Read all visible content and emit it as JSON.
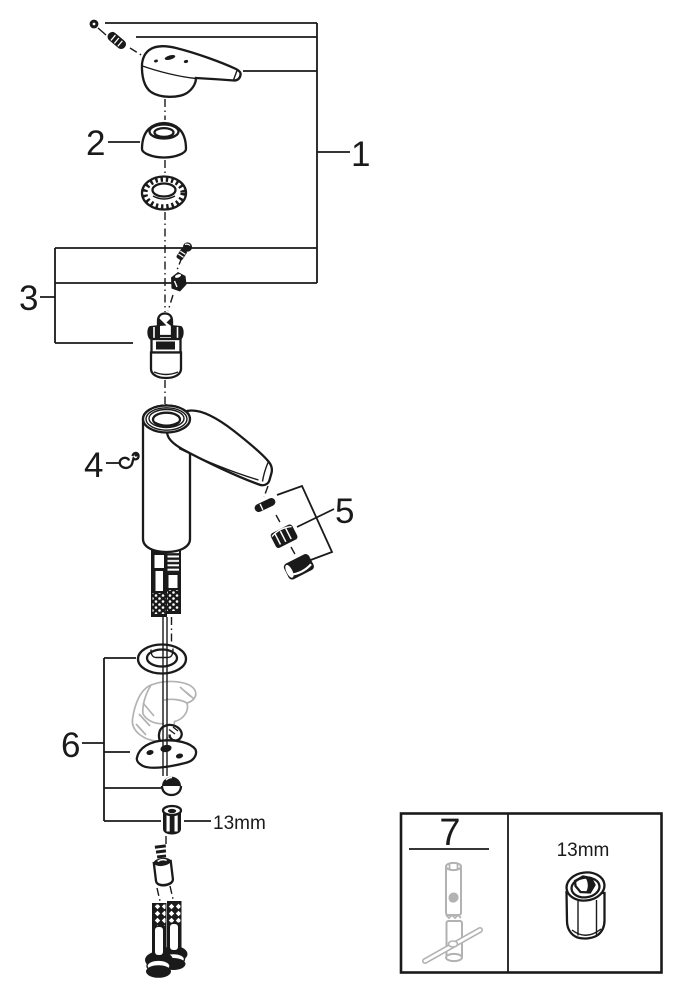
{
  "diagram": {
    "type": "exploded-parts-diagram",
    "subject": "single-lever basin faucet",
    "colors": {
      "line": "#1a1a1a",
      "ghost_part": "#b2b2b2",
      "background": "#ffffff"
    },
    "callouts": {
      "c1": "1",
      "c2": "2",
      "c3": "3",
      "c4": "4",
      "c5": "5",
      "c6": "6",
      "c7": "7"
    },
    "dimensions": {
      "main_nut": "13mm",
      "inset_nut": "13mm"
    }
  }
}
